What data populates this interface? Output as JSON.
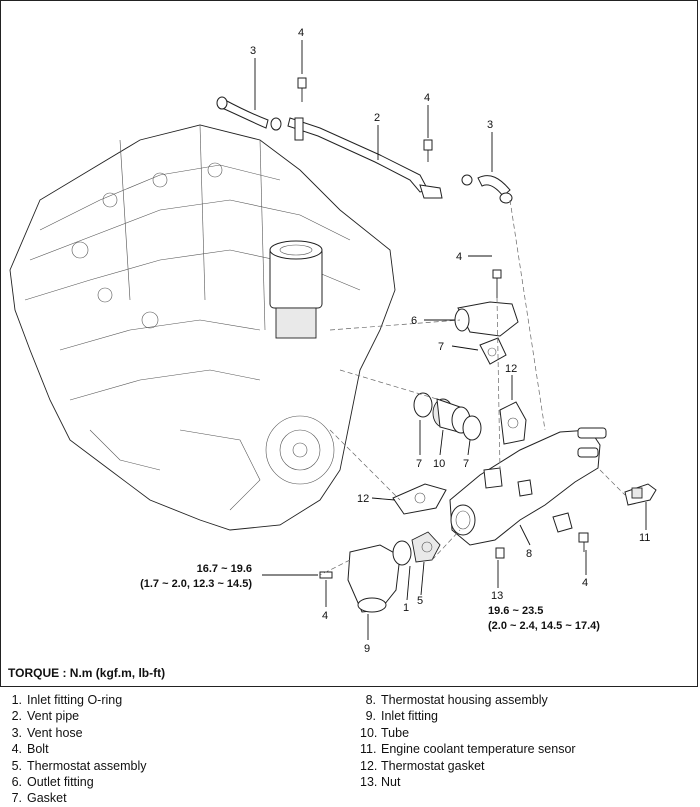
{
  "torque_header": "TORQUE : N.m (kgf.m, lb-ft)",
  "torque_specs": [
    {
      "line1": "16.7 ~ 19.6",
      "line2": "(1.7 ~ 2.0, 12.3 ~ 14.5)"
    },
    {
      "line1": "19.6 ~ 23.5",
      "line2": "(2.0 ~ 2.4, 14.5 ~ 17.4)"
    }
  ],
  "callouts": {
    "c1": "1",
    "c2": "2",
    "c3a": "3",
    "c3b": "3",
    "c4a": "4",
    "c4b": "4",
    "c4c": "4",
    "c4d": "4",
    "c4e": "4",
    "c5": "5",
    "c6": "6",
    "c7a": "7",
    "c7b": "7",
    "c7c": "7",
    "c8": "8",
    "c9": "9",
    "c10": "10",
    "c11": "11",
    "c12a": "12",
    "c12b": "12",
    "c13": "13"
  },
  "legend_left": [
    {
      "num": "1.",
      "label": "Inlet fitting O-ring"
    },
    {
      "num": "2.",
      "label": "Vent pipe"
    },
    {
      "num": "3.",
      "label": "Vent hose"
    },
    {
      "num": "4.",
      "label": "Bolt"
    },
    {
      "num": "5.",
      "label": "Thermostat assembly"
    },
    {
      "num": "6.",
      "label": "Outlet fitting"
    },
    {
      "num": "7.",
      "label": "Gasket"
    }
  ],
  "legend_right": [
    {
      "num": "8.",
      "label": "Thermostat housing assembly"
    },
    {
      "num": "9.",
      "label": "Inlet fitting"
    },
    {
      "num": "10.",
      "label": "Tube"
    },
    {
      "num": "11.",
      "label": "Engine coolant temperature sensor"
    },
    {
      "num": "12.",
      "label": "Thermostat gasket"
    },
    {
      "num": "13.",
      "label": "Nut"
    }
  ]
}
